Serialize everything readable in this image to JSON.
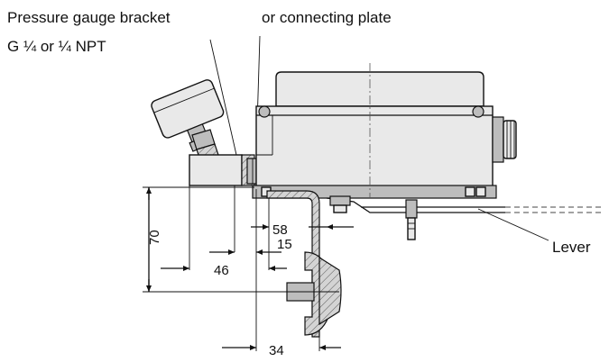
{
  "labels": {
    "gauge_bracket": "Pressure gauge bracket",
    "thread": "G ¼ or ¼ NPT",
    "connecting_plate": "or connecting plate",
    "lever": "Lever"
  },
  "dimensions": {
    "height": "70",
    "d58": "58",
    "d15": "15",
    "d46": "46",
    "d34": "34"
  }
}
